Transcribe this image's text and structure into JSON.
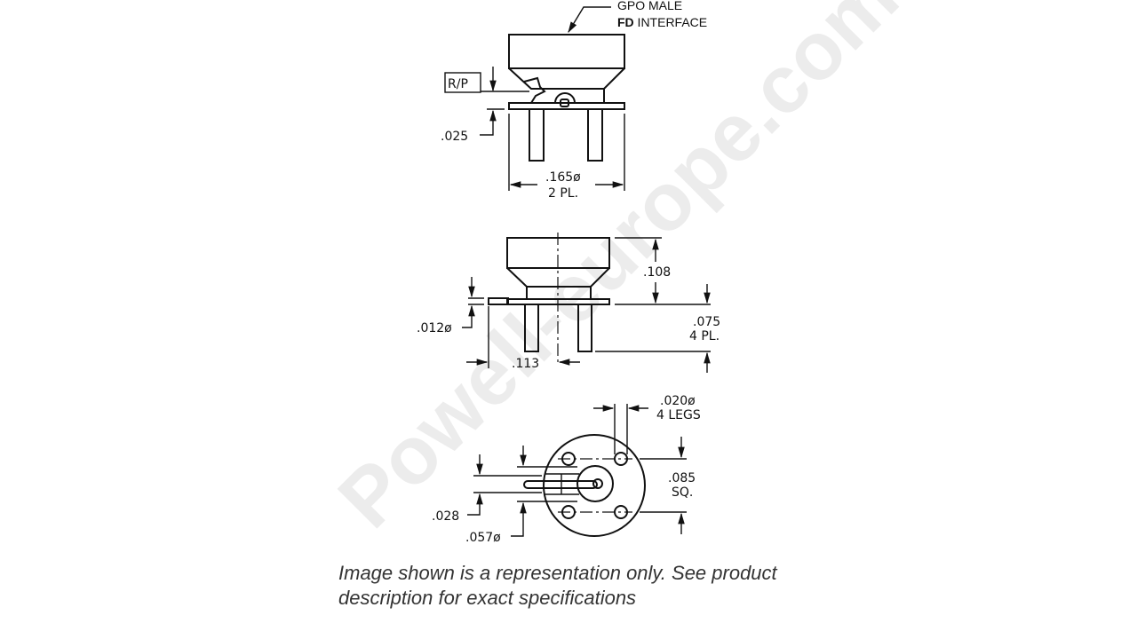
{
  "callout": {
    "line1": "GPO MALE",
    "line2_bold": "FD",
    "line2_rest": " INTERFACE"
  },
  "watermark": "Powell-europe.com",
  "views": {
    "side_view": {
      "rp_box": "R/P",
      "dim_025": ".025",
      "dim_165_line1": ".165ø",
      "dim_165_line2": "2 PL."
    },
    "front_view": {
      "dim_108": ".108",
      "dim_012": ".012ø",
      "dim_075_line1": ".075",
      "dim_075_line2": "4 PL.",
      "dim_113": ".113"
    },
    "bottom_view": {
      "dim_020_line1": ".020ø",
      "dim_020_line2": "4 LEGS",
      "dim_085_line1": ".085",
      "dim_085_line2": "SQ.",
      "dim_028": ".028",
      "dim_057": ".057ø"
    }
  },
  "caption": {
    "line1": "Image shown is a representation only. See product",
    "line2": "description for exact specifications"
  }
}
